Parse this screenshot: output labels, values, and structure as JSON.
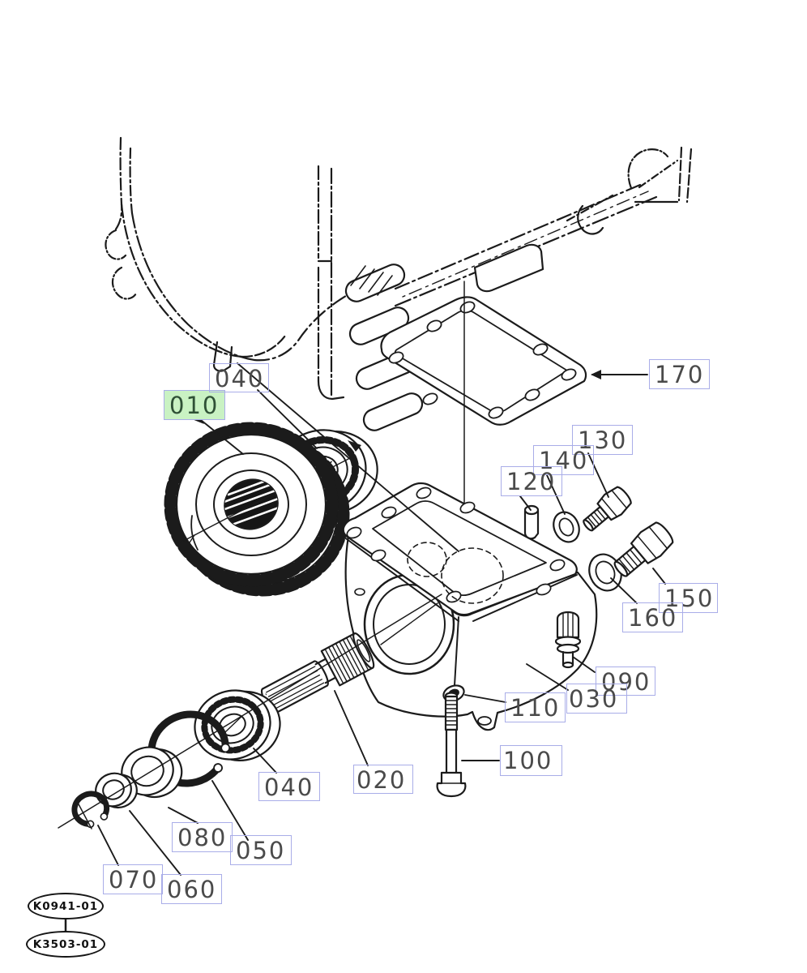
{
  "diagram": {
    "title_hint": "gear case exploded parts view",
    "highlight_color": "#c9f2c3",
    "callout_border_color": "#a9ade8",
    "line_color": "#1b1b1b",
    "callouts": [
      {
        "id": "010",
        "label": "010",
        "highlighted": true
      },
      {
        "id": "040-top",
        "label": "040",
        "highlighted": false
      },
      {
        "id": "170",
        "label": "170",
        "highlighted": false
      },
      {
        "id": "130",
        "label": "130",
        "highlighted": false
      },
      {
        "id": "140",
        "label": "140",
        "highlighted": false
      },
      {
        "id": "120",
        "label": "120",
        "highlighted": false
      },
      {
        "id": "150",
        "label": "150",
        "highlighted": false
      },
      {
        "id": "160",
        "label": "160",
        "highlighted": false
      },
      {
        "id": "090",
        "label": "090",
        "highlighted": false
      },
      {
        "id": "030",
        "label": "030",
        "highlighted": false
      },
      {
        "id": "110",
        "label": "110",
        "highlighted": false
      },
      {
        "id": "100",
        "label": "100",
        "highlighted": false
      },
      {
        "id": "020",
        "label": "020",
        "highlighted": false
      },
      {
        "id": "040-bottom",
        "label": "040",
        "highlighted": false
      },
      {
        "id": "080",
        "label": "080",
        "highlighted": false
      },
      {
        "id": "050",
        "label": "050",
        "highlighted": false
      },
      {
        "id": "070",
        "label": "070",
        "highlighted": false
      },
      {
        "id": "060",
        "label": "060",
        "highlighted": false
      }
    ],
    "ref_codes": [
      {
        "label": "K0941-01"
      },
      {
        "label": "K3503-01"
      }
    ]
  }
}
